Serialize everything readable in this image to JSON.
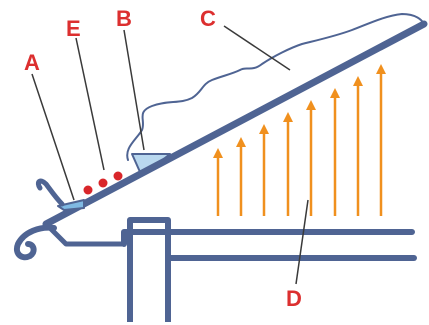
{
  "colors": {
    "structure": "#4f6493",
    "snow_outline": "#4f6493",
    "label": "#dc2f2f",
    "leader": "#3a3a3a",
    "arrow": "#f0901e",
    "meltwater": "#b9d8ef",
    "ice_dam": "#7fb9e3",
    "pebbles": "#d9262a"
  },
  "labels": {
    "a": "A",
    "b": "B",
    "c": "C",
    "d": "D",
    "e": "E"
  },
  "icons": {
    "heat_arrow": "arrow-up-icon"
  }
}
